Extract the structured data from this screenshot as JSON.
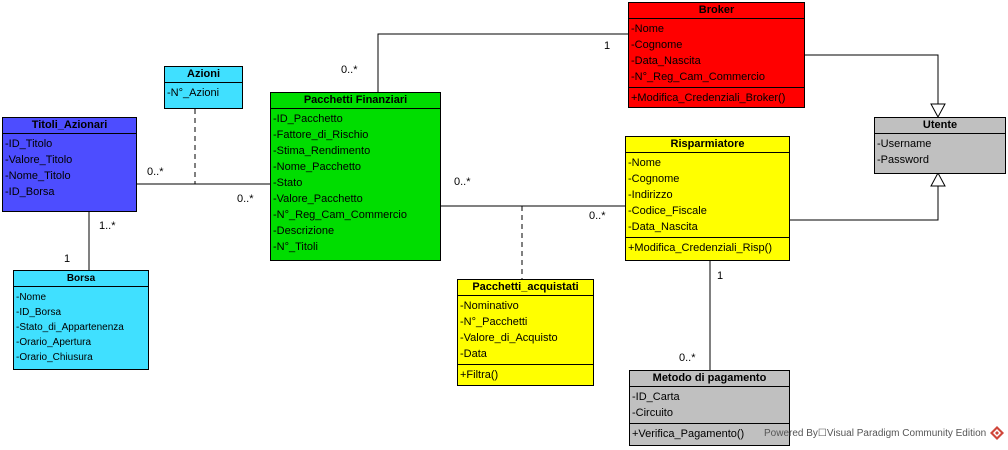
{
  "colors": {
    "broker": "#ff0000",
    "azioni": "#40e0ff",
    "titoli": "#4d4dff",
    "borsa": "#40e0ff",
    "pacchetti": "#00dd00",
    "risparmiatore": "#ffff00",
    "acquistati": "#ffff00",
    "utente": "#c0c0c0",
    "metodo": "#c0c0c0"
  },
  "classes": {
    "broker": {
      "name": "Broker",
      "attrs": [
        "-Nome",
        "-Cognome",
        "-Data_Nascita",
        "-N°_Reg_Cam_Commercio"
      ],
      "ops": [
        "+Modifica_Credenziali_Broker()"
      ]
    },
    "azioni": {
      "name": "Azioni",
      "attrs": [
        "-N°_Azioni"
      ],
      "ops": []
    },
    "titoli": {
      "name": "Titoli_Azionari",
      "attrs": [
        "-ID_Titolo",
        "-Valore_Titolo",
        "-Nome_Titolo",
        "-ID_Borsa"
      ],
      "ops": []
    },
    "borsa": {
      "name": "Borsa",
      "attrs": [
        "-Nome",
        "-ID_Borsa",
        "-Stato_di_Appartenenza",
        "-Orario_Apertura",
        "-Orario_Chiusura"
      ],
      "ops": []
    },
    "pacchetti": {
      "name": "Pacchetti Finanziari",
      "attrs": [
        "-ID_Pacchetto",
        "-Fattore_di_Rischio",
        "-Stima_Rendimento",
        "-Nome_Pacchetto",
        "-Stato",
        "-Valore_Pacchetto",
        "-N°_Reg_Cam_Commercio",
        "-Descrizione",
        "-N°_Titoli"
      ],
      "ops": []
    },
    "risparmiatore": {
      "name": "Risparmiatore",
      "attrs": [
        "-Nome",
        "-Cognome",
        "-Indirizzo",
        "-Codice_Fiscale",
        "-Data_Nascita"
      ],
      "ops": [
        "+Modifica_Credenziali_Risp()"
      ]
    },
    "acquistati": {
      "name": "Pacchetti_acquistati",
      "attrs": [
        "-Nominativo",
        "-N°_Pacchetti",
        "-Valore_di_Acquisto",
        "-Data"
      ],
      "ops": [
        "+Filtra()"
      ]
    },
    "utente": {
      "name": "Utente",
      "attrs": [
        "-Username",
        "-Password"
      ],
      "ops": []
    },
    "metodo": {
      "name": "Metodo di pagamento",
      "attrs": [
        "-ID_Carta",
        "-Circuito"
      ],
      "ops": [
        "+Verifica_Pagamento()"
      ]
    }
  },
  "multiplicities": {
    "broker_1": "1",
    "pacchetti_broker": "0..*",
    "titoli_azioni": "0..*",
    "pacchetti_titoli": "0..*",
    "titoli_borsa": "1..*",
    "borsa_1": "1",
    "pacchetti_risp": "0..*",
    "risp_pacchetti": "0..*",
    "risp_1": "1",
    "metodo_many": "0..*"
  },
  "footer": "Powered By☐Visual Paradigm Community Edition"
}
